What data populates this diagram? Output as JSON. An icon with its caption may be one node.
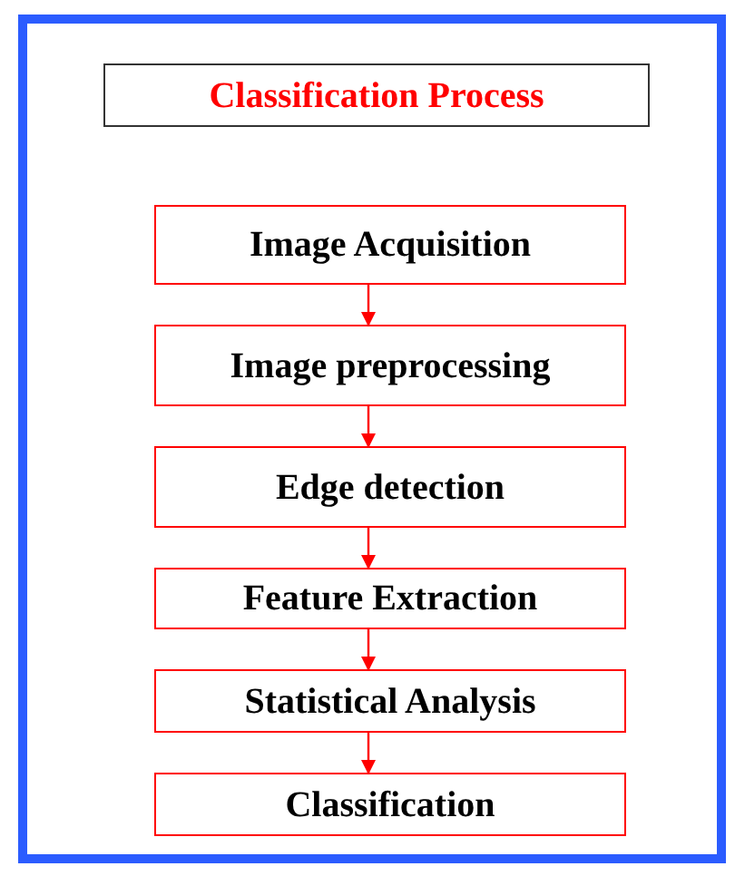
{
  "diagram": {
    "nodes": [
      {
        "text": [
          "Classification Process"
        ]
      },
      {
        "text": [
          "Image Acquisition"
        ]
      },
      {
        "text": [
          "Image preprocessing"
        ]
      },
      {
        "text": [
          "Edge detection"
        ]
      },
      {
        "text": [
          "Feature Extraction"
        ]
      },
      {
        "text": [
          "Statistical Analysis"
        ]
      },
      {
        "text": [
          "Classification"
        ]
      }
    ],
    "edges": [
      {
        "from": 1,
        "to": 2,
        "arrow": "to"
      },
      {
        "from": 2,
        "to": 3,
        "arrow": "to"
      },
      {
        "from": 3,
        "to": 4,
        "arrow": "to"
      },
      {
        "from": 4,
        "to": 5,
        "arrow": "to"
      },
      {
        "from": 5,
        "to": 6,
        "arrow": "to"
      }
    ]
  }
}
